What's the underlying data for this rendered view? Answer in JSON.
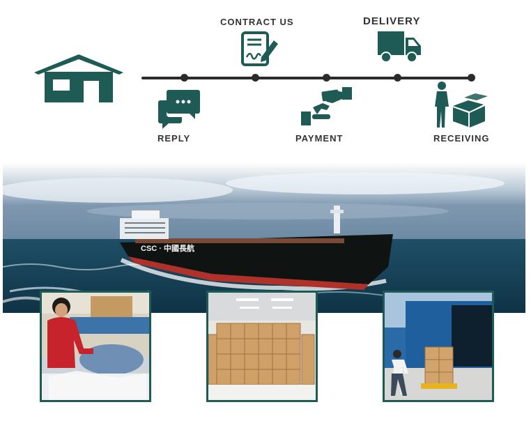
{
  "steps": {
    "contract": "CONTRACT US",
    "delivery": "DELIVERY",
    "reply": "REPLY",
    "payment": "PAYMENT",
    "receiving": "RECEIVING"
  },
  "banner": {
    "ship_text": "CSC · 中國長航"
  },
  "colors": {
    "accent": "#1e5b55",
    "line": "#2b2b2b",
    "text": "#333333"
  },
  "icons": [
    "home-icon",
    "chat-icon",
    "contract-icon",
    "payment-icon",
    "truck-icon",
    "receiving-icon"
  ]
}
